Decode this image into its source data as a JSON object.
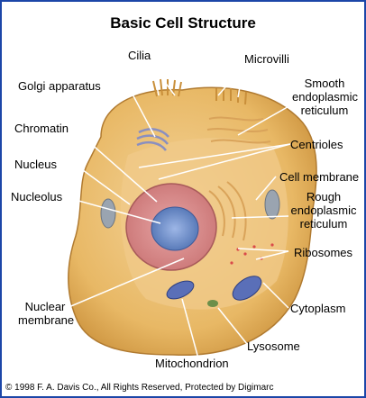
{
  "title": "Basic Cell Structure",
  "labels": {
    "cilia": "Cilia",
    "microvilli": "Microvilli",
    "golgi": "Golgi apparatus",
    "smooth_er_1": "Smooth",
    "smooth_er_2": "endoplasmic",
    "smooth_er_3": "reticulum",
    "chromatin": "Chromatin",
    "centrioles": "Centrioles",
    "nucleus": "Nucleus",
    "cell_membrane": "Cell membrane",
    "nucleolus": "Nucleolus",
    "rough_er_1": "Rough",
    "rough_er_2": "endoplasmic",
    "rough_er_3": "reticulum",
    "ribosomes": "Ribosomes",
    "nuclear_membrane_1": "Nuclear",
    "nuclear_membrane_2": "membrane",
    "cytoplasm": "Cytoplasm",
    "lysosome": "Lysosome",
    "mitochondrion": "Mitochondrion"
  },
  "copyright": "© 1998 F. A. Davis Co., All Rights Reserved, Protected by Digimarc",
  "colors": {
    "frame_border": "#1c46a8",
    "cell_fill": "#e8b865",
    "cell_shadow": "#c98f3a",
    "nucleus_fill": "#d98a8a",
    "nucleolus_fill": "#6f8fc8",
    "mitochondria_fill": "#5a6fb8",
    "leader_line": "#ffffff"
  }
}
